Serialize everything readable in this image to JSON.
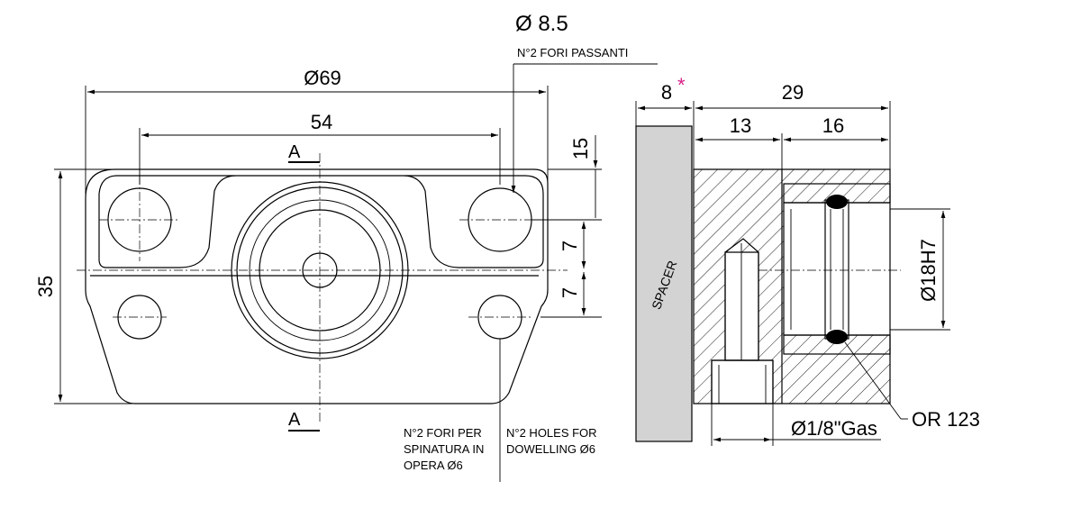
{
  "dimensions": {
    "hole_dia": "Ø 8.5",
    "hole_note": "N°2 FORI PASSANTI",
    "overall_dia": "Ø69",
    "pitch": "54",
    "offset_15": "15",
    "height_35": "35",
    "offset_7a": "7",
    "offset_7b": "7",
    "spacer_thk": "8",
    "spacer_star": "*",
    "body_len": "29",
    "len_13": "13",
    "len_16": "16",
    "bore": "Ø18H7",
    "thread": "Ø1/8\"Gas",
    "oring": "OR 123"
  },
  "labels": {
    "section_top": "A",
    "section_bottom": "A",
    "spacer": "SPACER",
    "dowel_it": [
      "N°2 FORI PER",
      "SPINATURA IN",
      "OPERA  Ø6"
    ],
    "dowel_en": [
      "N°2 HOLES FOR",
      "DOWELLING  Ø6"
    ]
  }
}
